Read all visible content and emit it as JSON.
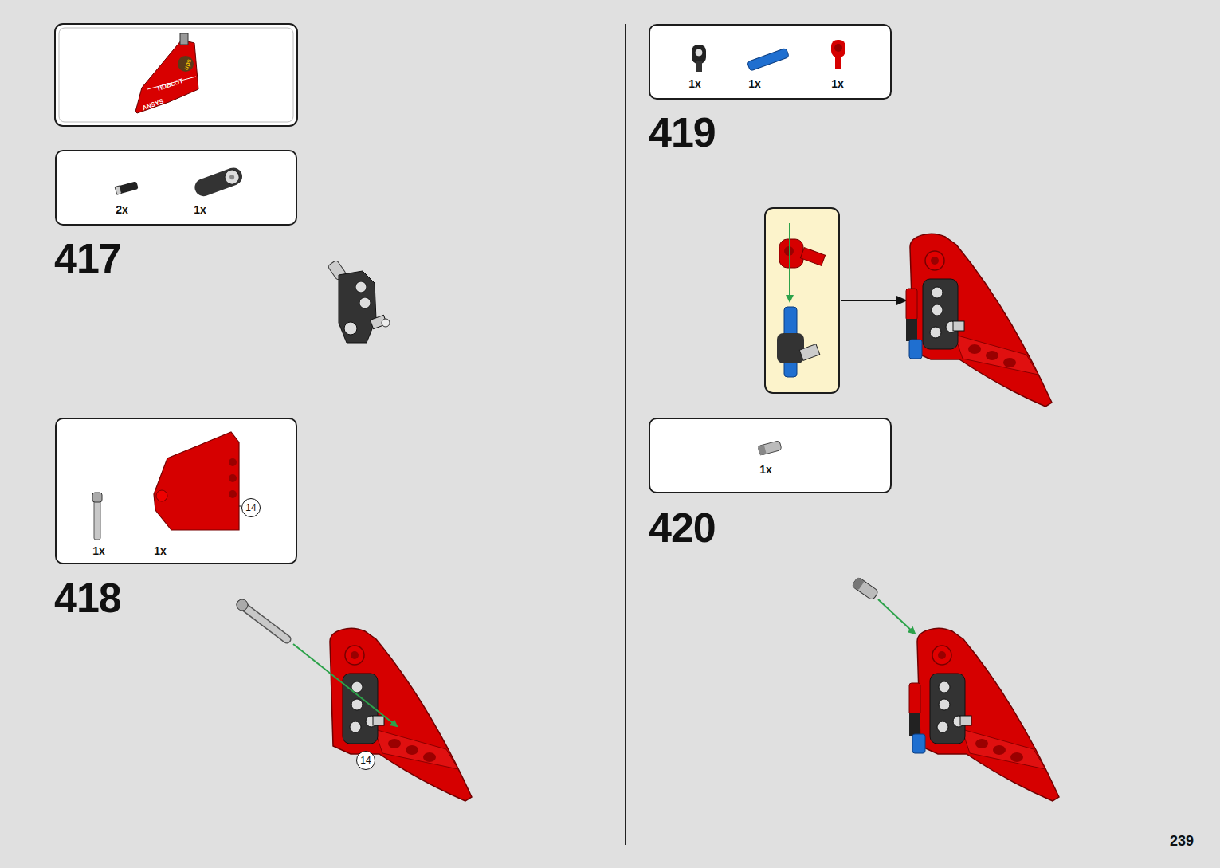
{
  "diagram": {
    "nodes": [
      {
        "text": [
          "2x",
          "1x"
        ]
      },
      {
        "text": [
          "1x",
          "1x"
        ]
      },
      {
        "text": [
          "14"
        ],
        "in": 1
      },
      {
        "text": [
          "14"
        ]
      },
      {
        "text": [
          "1x",
          "1x",
          "1x"
        ]
      },
      {
        "text": [
          "1x"
        ]
      }
    ],
    "labels": [
      "ups",
      "HUBLOT",
      "ANSYS",
      "417",
      "418",
      "419",
      "420",
      "239"
    ]
  }
}
